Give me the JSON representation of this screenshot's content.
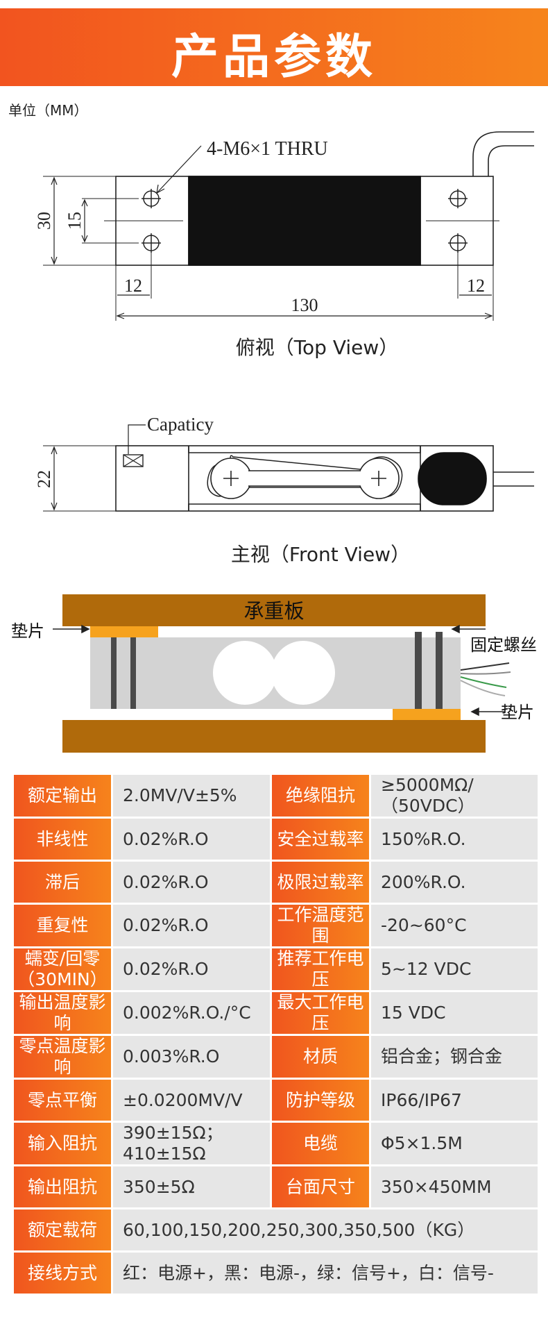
{
  "header": {
    "title": "产品参数"
  },
  "unit_label": "单位（MM）",
  "top_view": {
    "hole_callout": "4-M6×1 THRU",
    "dim_height": "30",
    "dim_hole_spacing": "15",
    "dim_left_offset": "12",
    "dim_right_offset": "12",
    "dim_length": "130",
    "caption": "俯视（Top View）"
  },
  "front_view": {
    "capacity_label": "Capaticy",
    "dim_height": "22",
    "caption": "主视（Front View）"
  },
  "install": {
    "plate_label": "承重板",
    "shim_left_label": "垫片",
    "screw_label": "固定螺丝",
    "shim_right_label": "垫片"
  },
  "colors": {
    "banner_start": "#f2541f",
    "banner_end": "#f6841c",
    "plate": "#b06a0b",
    "shim": "#f6a21e",
    "key_bg": "#f26a1e",
    "value_bg": "#e6e6e6"
  },
  "specs": {
    "rows": [
      {
        "k1": "额定输出",
        "v1": "2.0MV/V±5%",
        "k2": "绝缘阻抗",
        "v2": "≥5000MΩ/（50VDC）"
      },
      {
        "k1": "非线性",
        "v1": "0.02%R.O",
        "k2": "安全过载率",
        "v2": "150%R.O."
      },
      {
        "k1": "滞后",
        "v1": "0.02%R.O",
        "k2": "极限过载率",
        "v2": "200%R.O."
      },
      {
        "k1": "重复性",
        "v1": "0.02%R.O",
        "k2": "工作温度范围",
        "v2": "-20~60°C"
      },
      {
        "k1": "蠕变/回零（30MIN）",
        "v1": "0.02%R.O",
        "k2": "推荐工作电压",
        "v2": "5~12 VDC"
      },
      {
        "k1": "输出温度影响",
        "v1": "0.002%R.O./°C",
        "k2": "最大工作电压",
        "v2": "15 VDC"
      },
      {
        "k1": "零点温度影响",
        "v1": "0.003%R.O",
        "k2": "材质",
        "v2": "铝合金；钢合金"
      },
      {
        "k1": "零点平衡",
        "v1": "±0.0200MV/V",
        "k2": "防护等级",
        "v2": "IP66/IP67"
      },
      {
        "k1": "输入阻抗",
        "v1": "390±15Ω；410±15Ω",
        "k2": "电缆",
        "v2": "Φ5×1.5M"
      },
      {
        "k1": "输出阻抗",
        "v1": "350±5Ω",
        "k2": "台面尺寸",
        "v2": "350×450MM"
      }
    ],
    "rated_load": {
      "k": "额定载荷",
      "v": "60,100,150,200,250,300,350,500（KG）"
    },
    "wiring": {
      "k": "接线方式",
      "v": "红：电源+，黑：电源-，绿：信号+，白：信号-"
    }
  }
}
